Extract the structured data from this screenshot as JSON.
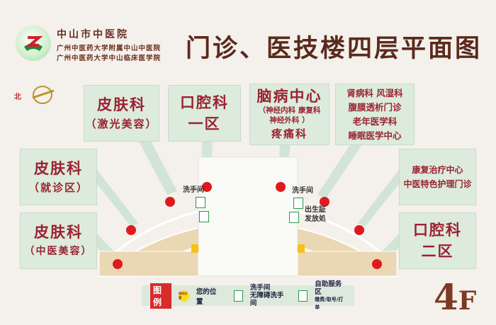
{
  "header": {
    "hospital_name": "中山市中医院",
    "hospital_sub1": "广州中医药大学附属中山中医院",
    "hospital_sub2": "广州中医药大学中山临床医学院",
    "title": "门诊、医技楼四层平面图"
  },
  "compass": {
    "north_label": "北"
  },
  "departments": [
    {
      "line1": "皮肤科",
      "line2": "（激光美容）"
    },
    {
      "line1": "口腔科",
      "line2": "一区"
    },
    {
      "line1": "脑病中心",
      "line2": "（神经内科  康复科",
      "line3": "神经外科  ）",
      "line4": "疼痛科"
    },
    {
      "line1": "肾病科  风湿科",
      "line2": "腹膜透析门诊",
      "line3": "老年医学科",
      "line4": "睡眠医学中心"
    },
    {
      "line1": "皮肤科",
      "line2": "（就诊区）"
    },
    {
      "line1": "康复治疗中心",
      "line2": "中医特色护理门诊"
    },
    {
      "line1": "皮肤科",
      "line2": "（中医美容）"
    },
    {
      "line1": "口腔科",
      "line2": "二区"
    }
  ],
  "map_labels": {
    "washroom_left": "洗手间",
    "washroom_right": "洗手间",
    "birth_cert": "出生証",
    "birth_cert2": "发放処"
  },
  "legend": {
    "title": "图例",
    "you_are_here_icon": "您的位置",
    "you_are_here": "您的位置",
    "washroom": "洗手间",
    "accessible_washroom": "无障碍洗手间",
    "self_service": "自助服务区",
    "self_service_sub": "缴费/取号/打单"
  },
  "floor": {
    "number": "4",
    "suffix": "F"
  },
  "colors": {
    "dept_text": "#9b2232",
    "title": "#5a2a1c",
    "marker": "#e0191f",
    "box_bg": "#dcebdc"
  }
}
